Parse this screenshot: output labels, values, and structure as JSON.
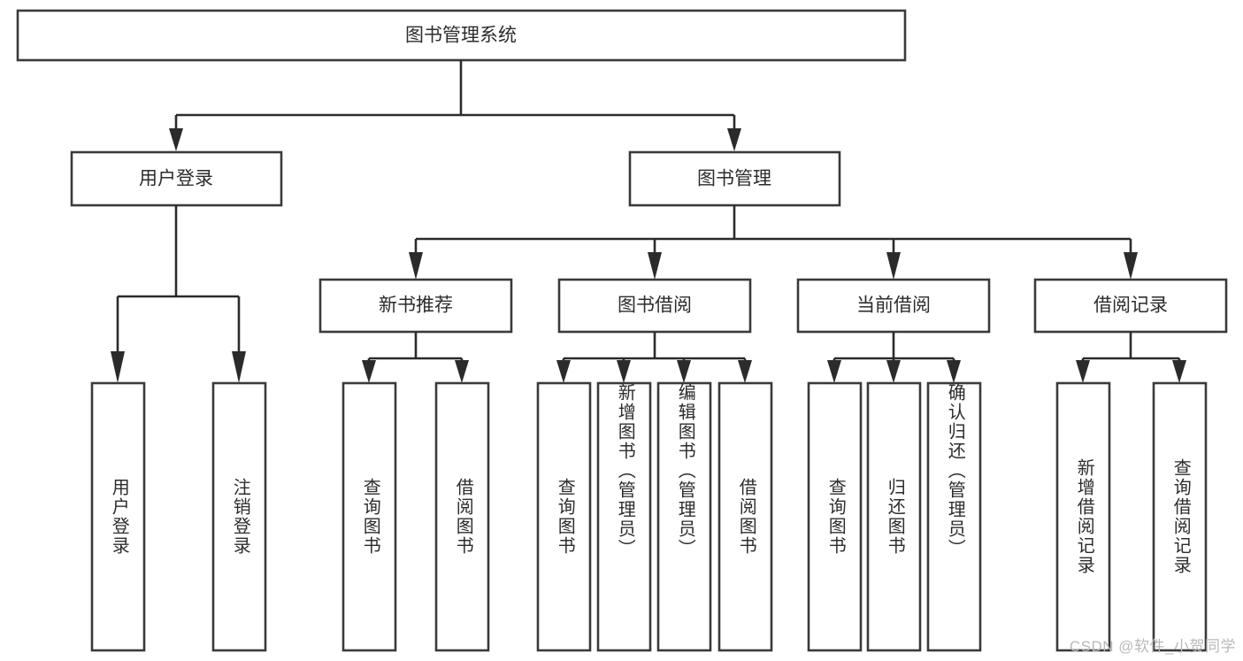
{
  "diagram": {
    "type": "tree-hierarchy",
    "title": "图书管理系统",
    "watermark": "CSDN @软件_小贺同学",
    "colors": {
      "box_stroke": "#3a3a3a",
      "connector": "#2b2b2b",
      "background": "#ffffff",
      "text": "#2c2c2c",
      "watermark": "#b9b9b9"
    },
    "root": {
      "label": "图书管理系统"
    },
    "level2": [
      {
        "label": "用户登录"
      },
      {
        "label": "图书管理"
      }
    ],
    "level3": [
      {
        "label": "新书推荐"
      },
      {
        "label": "图书借阅"
      },
      {
        "label": "当前借阅"
      },
      {
        "label": "借阅记录"
      }
    ],
    "leaves": {
      "user_login": [
        {
          "label": "用户登录"
        },
        {
          "label": "注销登录"
        }
      ],
      "new_book": [
        {
          "label": "查询图书"
        },
        {
          "label": "借阅图书"
        }
      ],
      "borrow": [
        {
          "label": "查询图书"
        },
        {
          "label": "新增图书（管理员）"
        },
        {
          "label": "编辑图书（管理员）"
        },
        {
          "label": "借阅图书"
        }
      ],
      "current": [
        {
          "label": "查询图书"
        },
        {
          "label": "归还图书"
        },
        {
          "label": "确认归还（管理员）"
        }
      ],
      "records": [
        {
          "label": "新增借阅记录"
        },
        {
          "label": "查询借阅记录"
        }
      ]
    }
  }
}
